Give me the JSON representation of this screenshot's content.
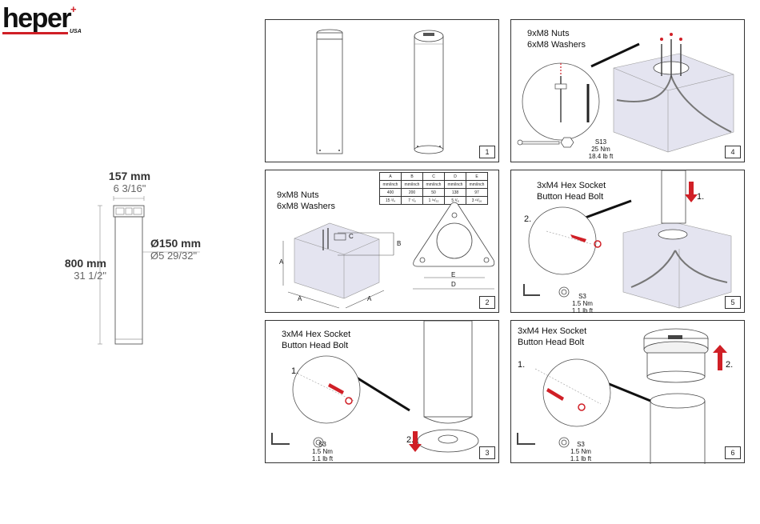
{
  "brand": {
    "name": "heper",
    "suffix": "USA",
    "accent_color": "#d01f26"
  },
  "dimensions": {
    "width_mm": "157 mm",
    "width_in": "6 3/16\"",
    "height_mm": "800 mm",
    "height_in": "31 1/2\"",
    "diameter_mm": "Ø150 mm",
    "diameter_in": "Ø5 29/32\""
  },
  "panels": [
    {
      "number": "1"
    },
    {
      "number": "2",
      "title_line1": "9xM8 Nuts",
      "title_line2": "6xM8 Washers",
      "table": {
        "headers": [
          "A",
          "B",
          "C",
          "D",
          "E"
        ],
        "units": [
          "mm/inch",
          "mm/inch",
          "mm/inch",
          "mm/inch",
          "mm/inch"
        ],
        "values": [
          "400",
          "200",
          "50",
          "138",
          "97"
        ],
        "inches": [
          "15 ³/₄",
          "7 ⁷/₈",
          "1 ³¹/₃₂",
          "5 ³/₈",
          "3 ¹³/₁₆"
        ]
      },
      "labels": {
        "A": "A",
        "B": "B",
        "C": "C",
        "D": "D",
        "E": "E"
      }
    },
    {
      "number": "3",
      "title_line1": "3xM4 Hex Socket",
      "title_line2": "Button Head Bolt",
      "step1": "1.",
      "step2": "2.",
      "tool": "S3",
      "torque_nm": "1.5 Nm",
      "torque_lbft": "1.1 lb ft"
    },
    {
      "number": "4",
      "title_line1": "9xM8 Nuts",
      "title_line2": "6xM8 Washers",
      "tool": "S13",
      "torque_nm": "25 Nm",
      "torque_lbft": "18.4 lb ft"
    },
    {
      "number": "5",
      "title_line1": "3xM4 Hex Socket",
      "title_line2": "Button Head Bolt",
      "step1": "1.",
      "step2": "2.",
      "tool": "S3",
      "torque_nm": "1.5 Nm",
      "torque_lbft": "1.1 lb ft"
    },
    {
      "number": "6",
      "title_line1": "3xM4 Hex Socket",
      "title_line2": "Button Head Bolt",
      "step1": "1.",
      "step2": "2.",
      "tool": "S3",
      "torque_nm": "1.5 Nm",
      "torque_lbft": "1.1 lb ft"
    }
  ]
}
